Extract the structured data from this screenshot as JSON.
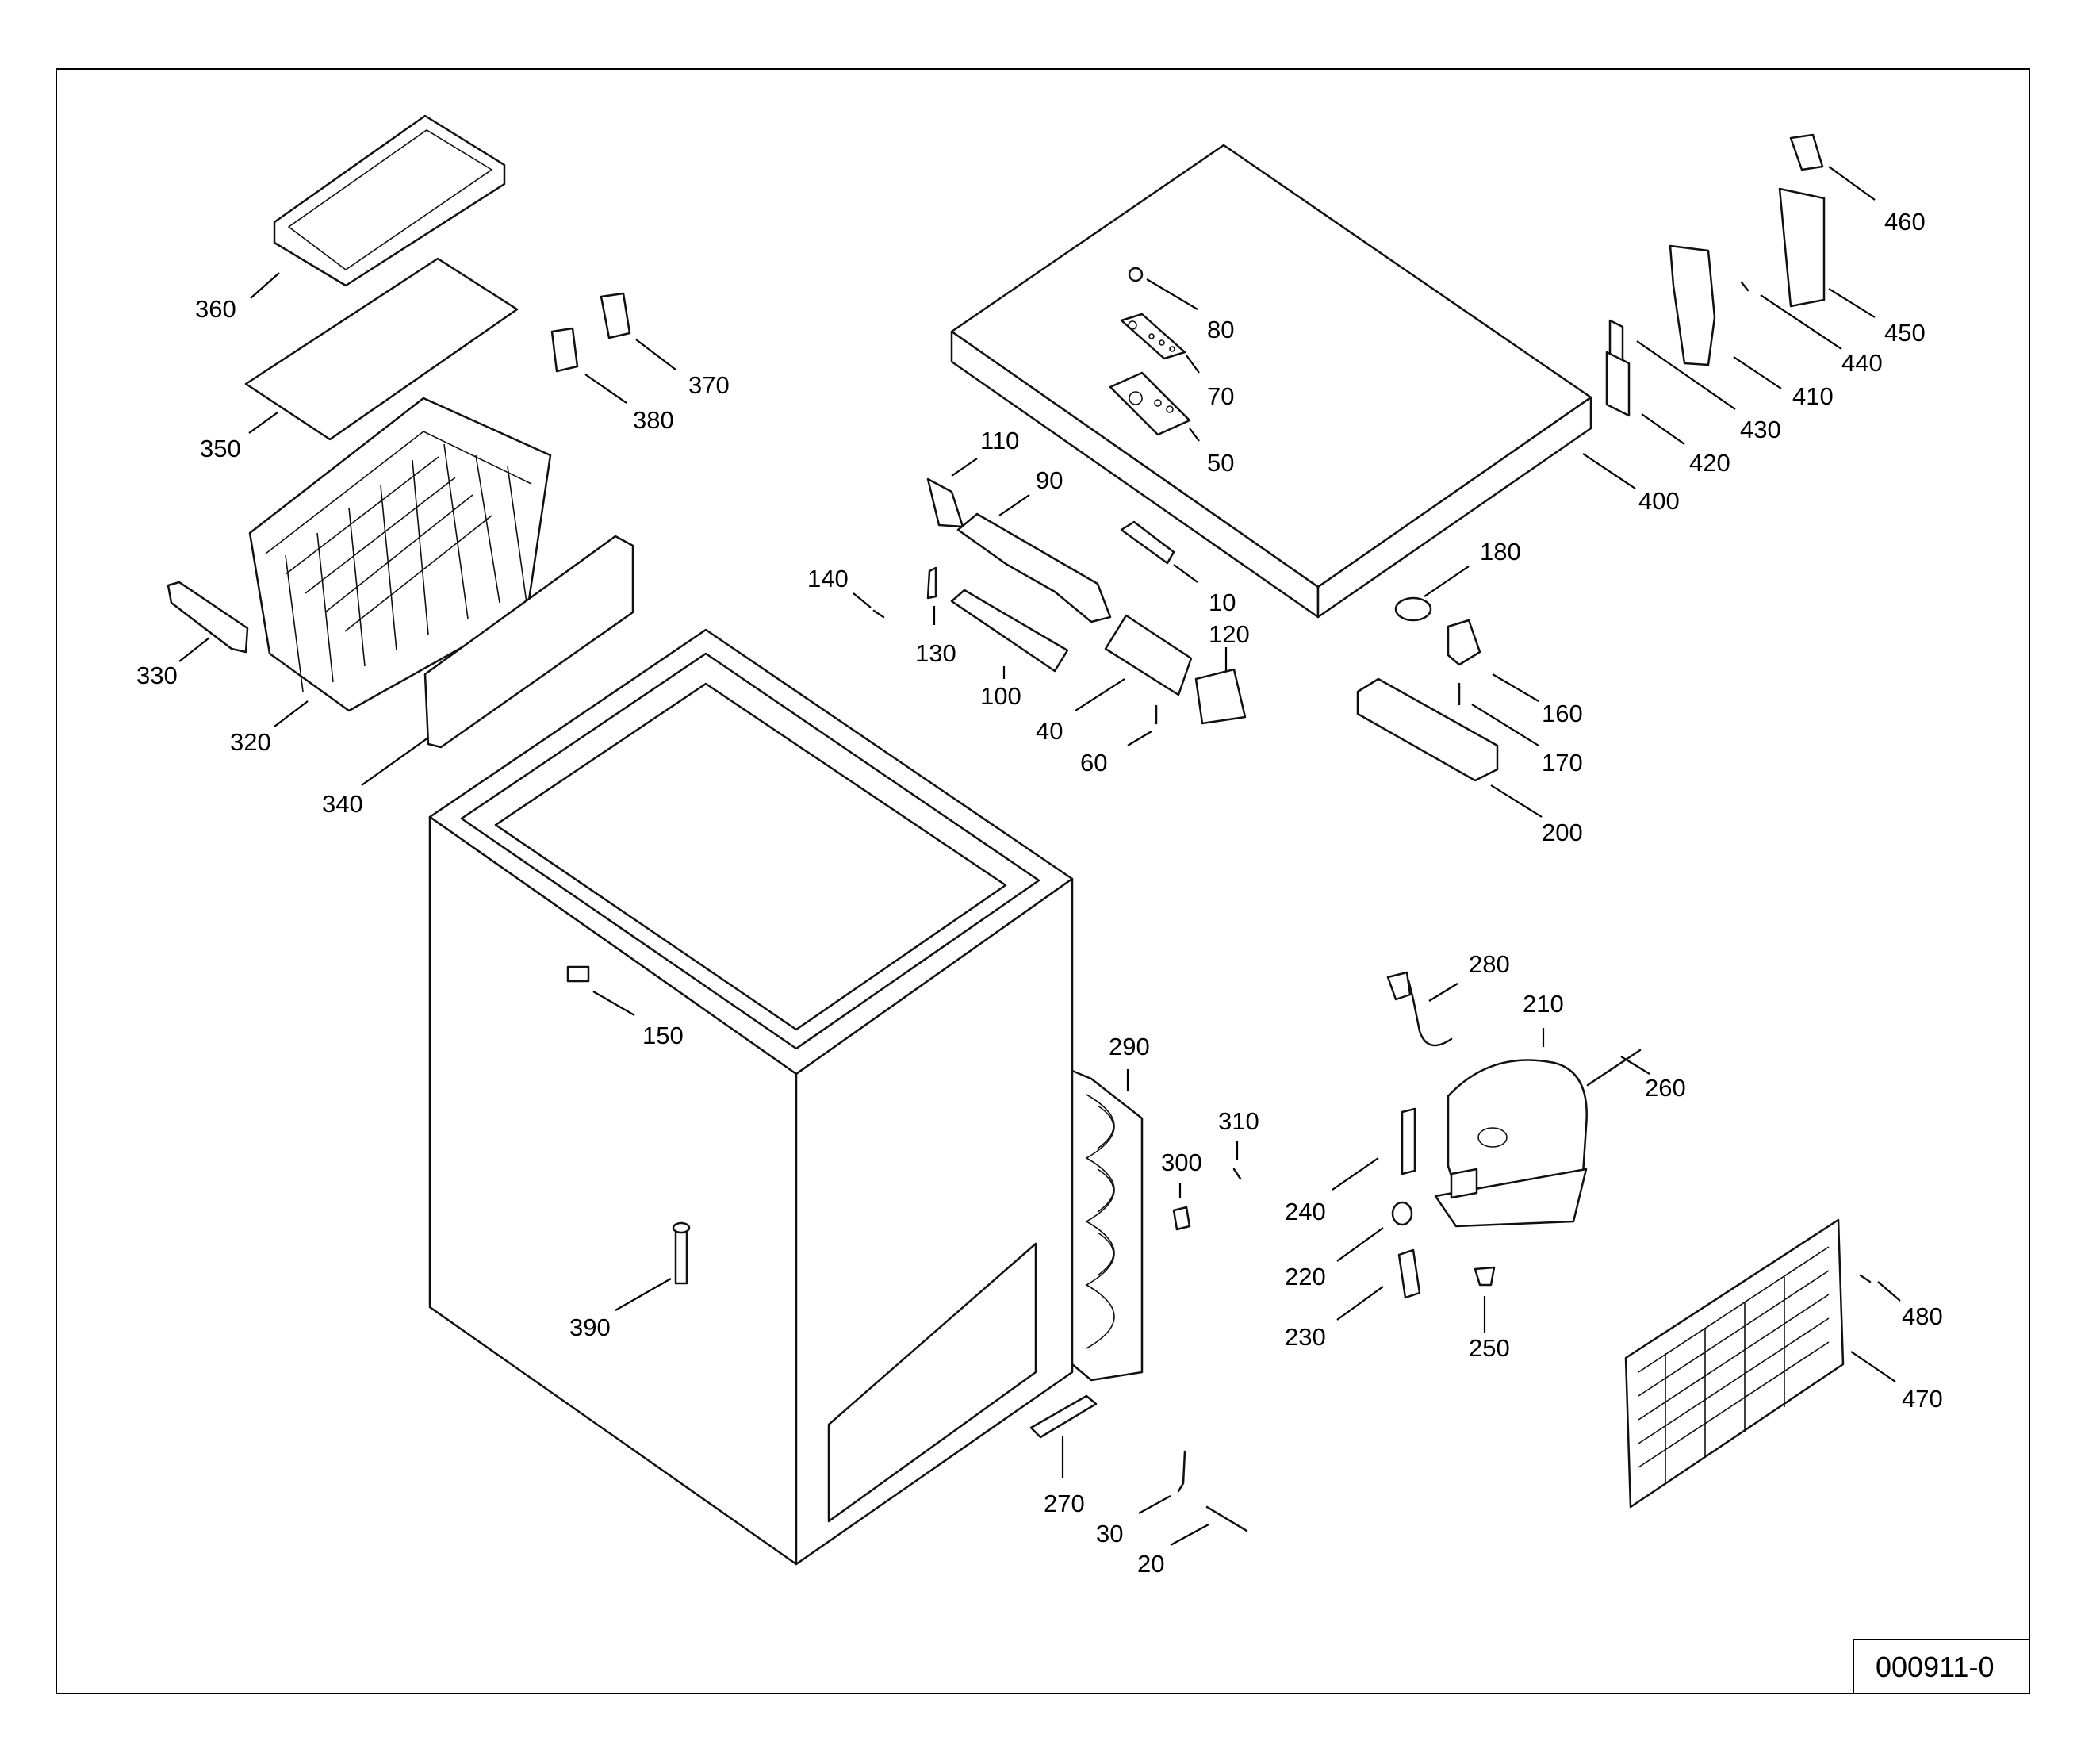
{
  "diagram": {
    "document_number": "000911-0",
    "callouts": [
      "10",
      "20",
      "30",
      "40",
      "50",
      "60",
      "70",
      "80",
      "90",
      "100",
      "110",
      "120",
      "130",
      "140",
      "150",
      "160",
      "170",
      "180",
      "200",
      "210",
      "220",
      "230",
      "240",
      "250",
      "260",
      "270",
      "280",
      "290",
      "300",
      "310",
      "320",
      "330",
      "340",
      "350",
      "360",
      "370",
      "380",
      "390",
      "400",
      "410",
      "420",
      "430",
      "440",
      "450",
      "460",
      "470",
      "480"
    ]
  }
}
